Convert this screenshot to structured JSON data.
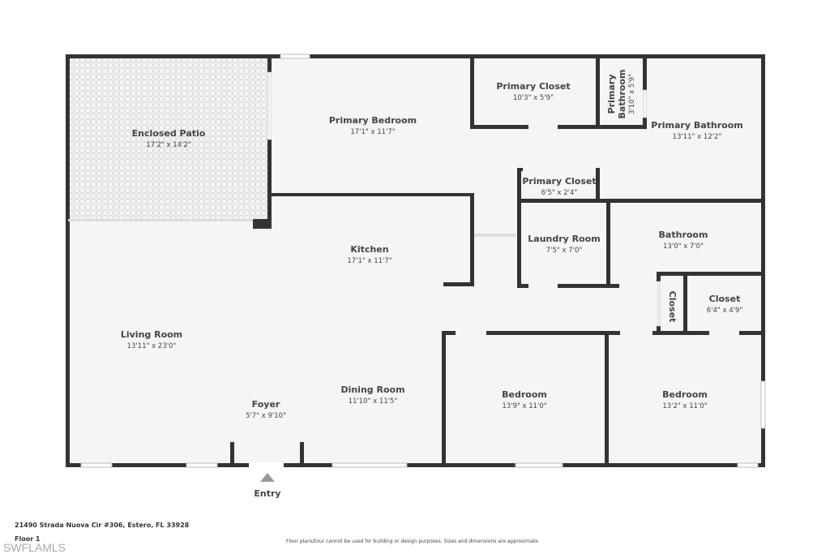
{
  "rooms": {
    "enclosed_patio": {
      "name": "Enclosed Patio",
      "dims": "17'2\" x 14'2\""
    },
    "primary_bedroom": {
      "name": "Primary Bedroom",
      "dims": "17'1\" x 11'7\""
    },
    "primary_closet_1": {
      "name": "Primary Closet",
      "dims": "10'3\" x 5'9\""
    },
    "primary_bathroom_small": {
      "name_line1": "Primary",
      "name_line2": "Bathroom",
      "dims": "3'10\" x 5'9\""
    },
    "primary_bathroom": {
      "name": "Primary Bathroom",
      "dims": "13'11\" x 12'2\""
    },
    "primary_closet_2": {
      "name": "Primary Closet",
      "dims": "6'5\" x 2'4\""
    },
    "kitchen": {
      "name": "Kitchen",
      "dims": "17'1\" x 11'7\""
    },
    "laundry_room": {
      "name": "Laundry Room",
      "dims": "7'5\" x 7'0\""
    },
    "bathroom": {
      "name": "Bathroom",
      "dims": "13'0\" x 7'0\""
    },
    "closet_small": {
      "name": "Closet"
    },
    "closet": {
      "name": "Closet",
      "dims": "6'4\" x 4'9\""
    },
    "living_room": {
      "name": "Living Room",
      "dims": "13'11\" x 23'0\""
    },
    "dining_room": {
      "name": "Dining Room",
      "dims": "11'10\" x 11'5\""
    },
    "foyer": {
      "name": "Foyer",
      "dims": "5'7\" x 9'10\""
    },
    "bedroom_1": {
      "name": "Bedroom",
      "dims": "13'9\" x 11'0\""
    },
    "bedroom_2": {
      "name": "Bedroom",
      "dims": "13'2\" x 11'0\""
    }
  },
  "entry_label": "Entry",
  "footer": {
    "address": "21490 Strada Nuova Cir #306, Estero, FL 33928",
    "floor": "Floor 1",
    "watermark": "SWFLAMLS",
    "disclaimer": "Floor plans/tour cannot be used for building or design purposes. Sizes and dimensions are approximate."
  }
}
